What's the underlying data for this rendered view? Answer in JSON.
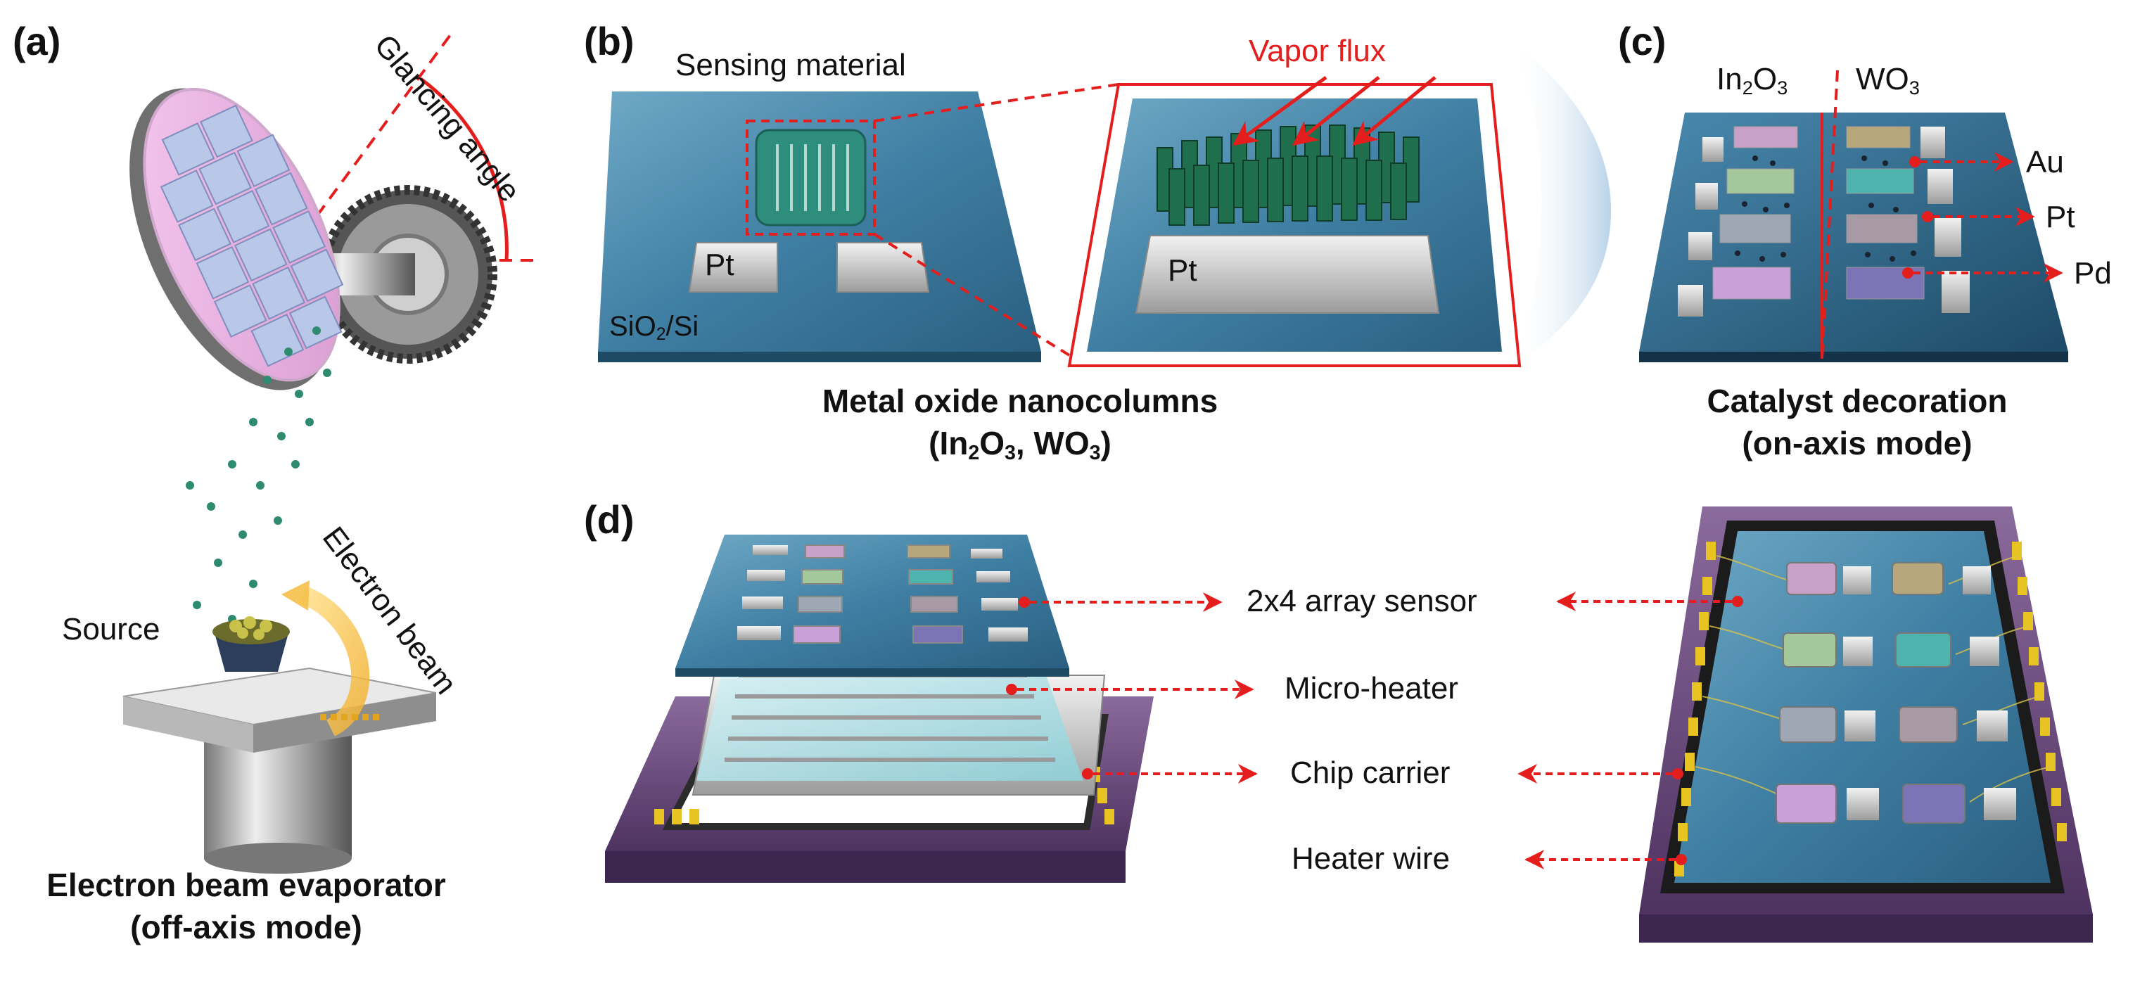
{
  "panels": {
    "a": {
      "letter": "(a)",
      "glancing_angle": "Glancing angle",
      "source": "Source",
      "electron_beam": "Electron beam",
      "caption_line1": "Electron beam evaporator",
      "caption_line2": "(off-axis mode)"
    },
    "b": {
      "letter": "(b)",
      "sensing_material": "Sensing material",
      "vapor_flux": "Vapor flux",
      "pt_left": "Pt",
      "pt_zoom": "Pt",
      "substrate_main": "SiO",
      "substrate_sub": "2",
      "substrate_tail": "/Si",
      "caption_line1": "Metal oxide nanocolumns",
      "caption_line2_pre": "(In",
      "caption_line2_sub1": "2",
      "caption_line2_mid": "O",
      "caption_line2_sub2": "3",
      "caption_line2_mid2": ", WO",
      "caption_line2_sub3": "3",
      "caption_line2_end": ")"
    },
    "c": {
      "letter": "(c)",
      "in2o3_a": "In",
      "in2o3_s1": "2",
      "in2o3_b": "O",
      "in2o3_s2": "3",
      "wo3_a": "WO",
      "wo3_s": "3",
      "au": "Au",
      "pt": "Pt",
      "pd": "Pd",
      "caption_line1": "Catalyst decoration",
      "caption_line2": "(on-axis mode)"
    },
    "d": {
      "letter": "(d)",
      "array_sensor": "2x4 array sensor",
      "micro_heater": "Micro-heater",
      "chip_carrier": "Chip carrier",
      "heater_wire": "Heater wire"
    }
  },
  "colors": {
    "accent_red": "#e41d1d",
    "substrate_blue": "#3f7fa3",
    "carrier_purple": "#6d4a7e",
    "nanocolumn_green": "#1f6f4c",
    "particle_teal": "#2e8b6f"
  },
  "electrode_pad_colors": [
    "#c9a0c7",
    "#a5c79c",
    "#9fa6b4",
    "#c9a0d8",
    "#b8a77a",
    "#4fb3ae",
    "#a89aa4",
    "#7d74b5"
  ]
}
